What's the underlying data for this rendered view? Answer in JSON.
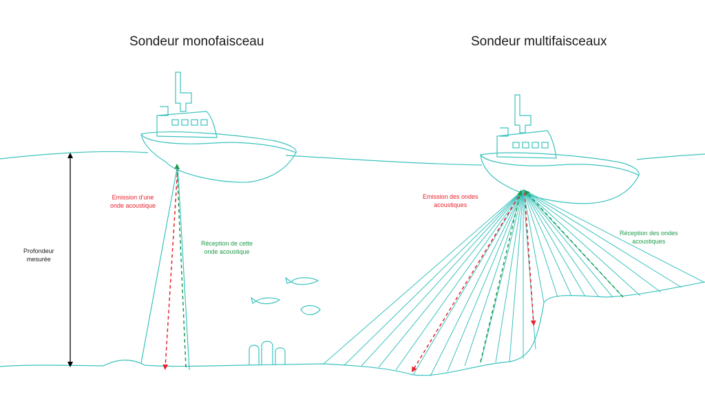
{
  "titles": {
    "single": "Sondeur monofaisceau",
    "multi": "Sondeur multifaisceaux"
  },
  "labels": {
    "depth": [
      "Profondeur",
      "mesurée"
    ],
    "single_emission": [
      "Emission d'une",
      "onde acoustique"
    ],
    "single_reception": [
      "Réception de cette",
      "onde acoustique"
    ],
    "multi_emission": [
      "Emission des ondes",
      "acoustiques"
    ],
    "multi_reception": [
      "Réception des ondes",
      "acoustiques"
    ]
  },
  "colors": {
    "line": "#39c2bd",
    "emission": "#e8202a",
    "reception": "#1f9a4a",
    "text": "#1a1a1a"
  },
  "icons": [
    "boat-icon",
    "fish-icon",
    "rock-icon",
    "double-arrow-icon"
  ]
}
